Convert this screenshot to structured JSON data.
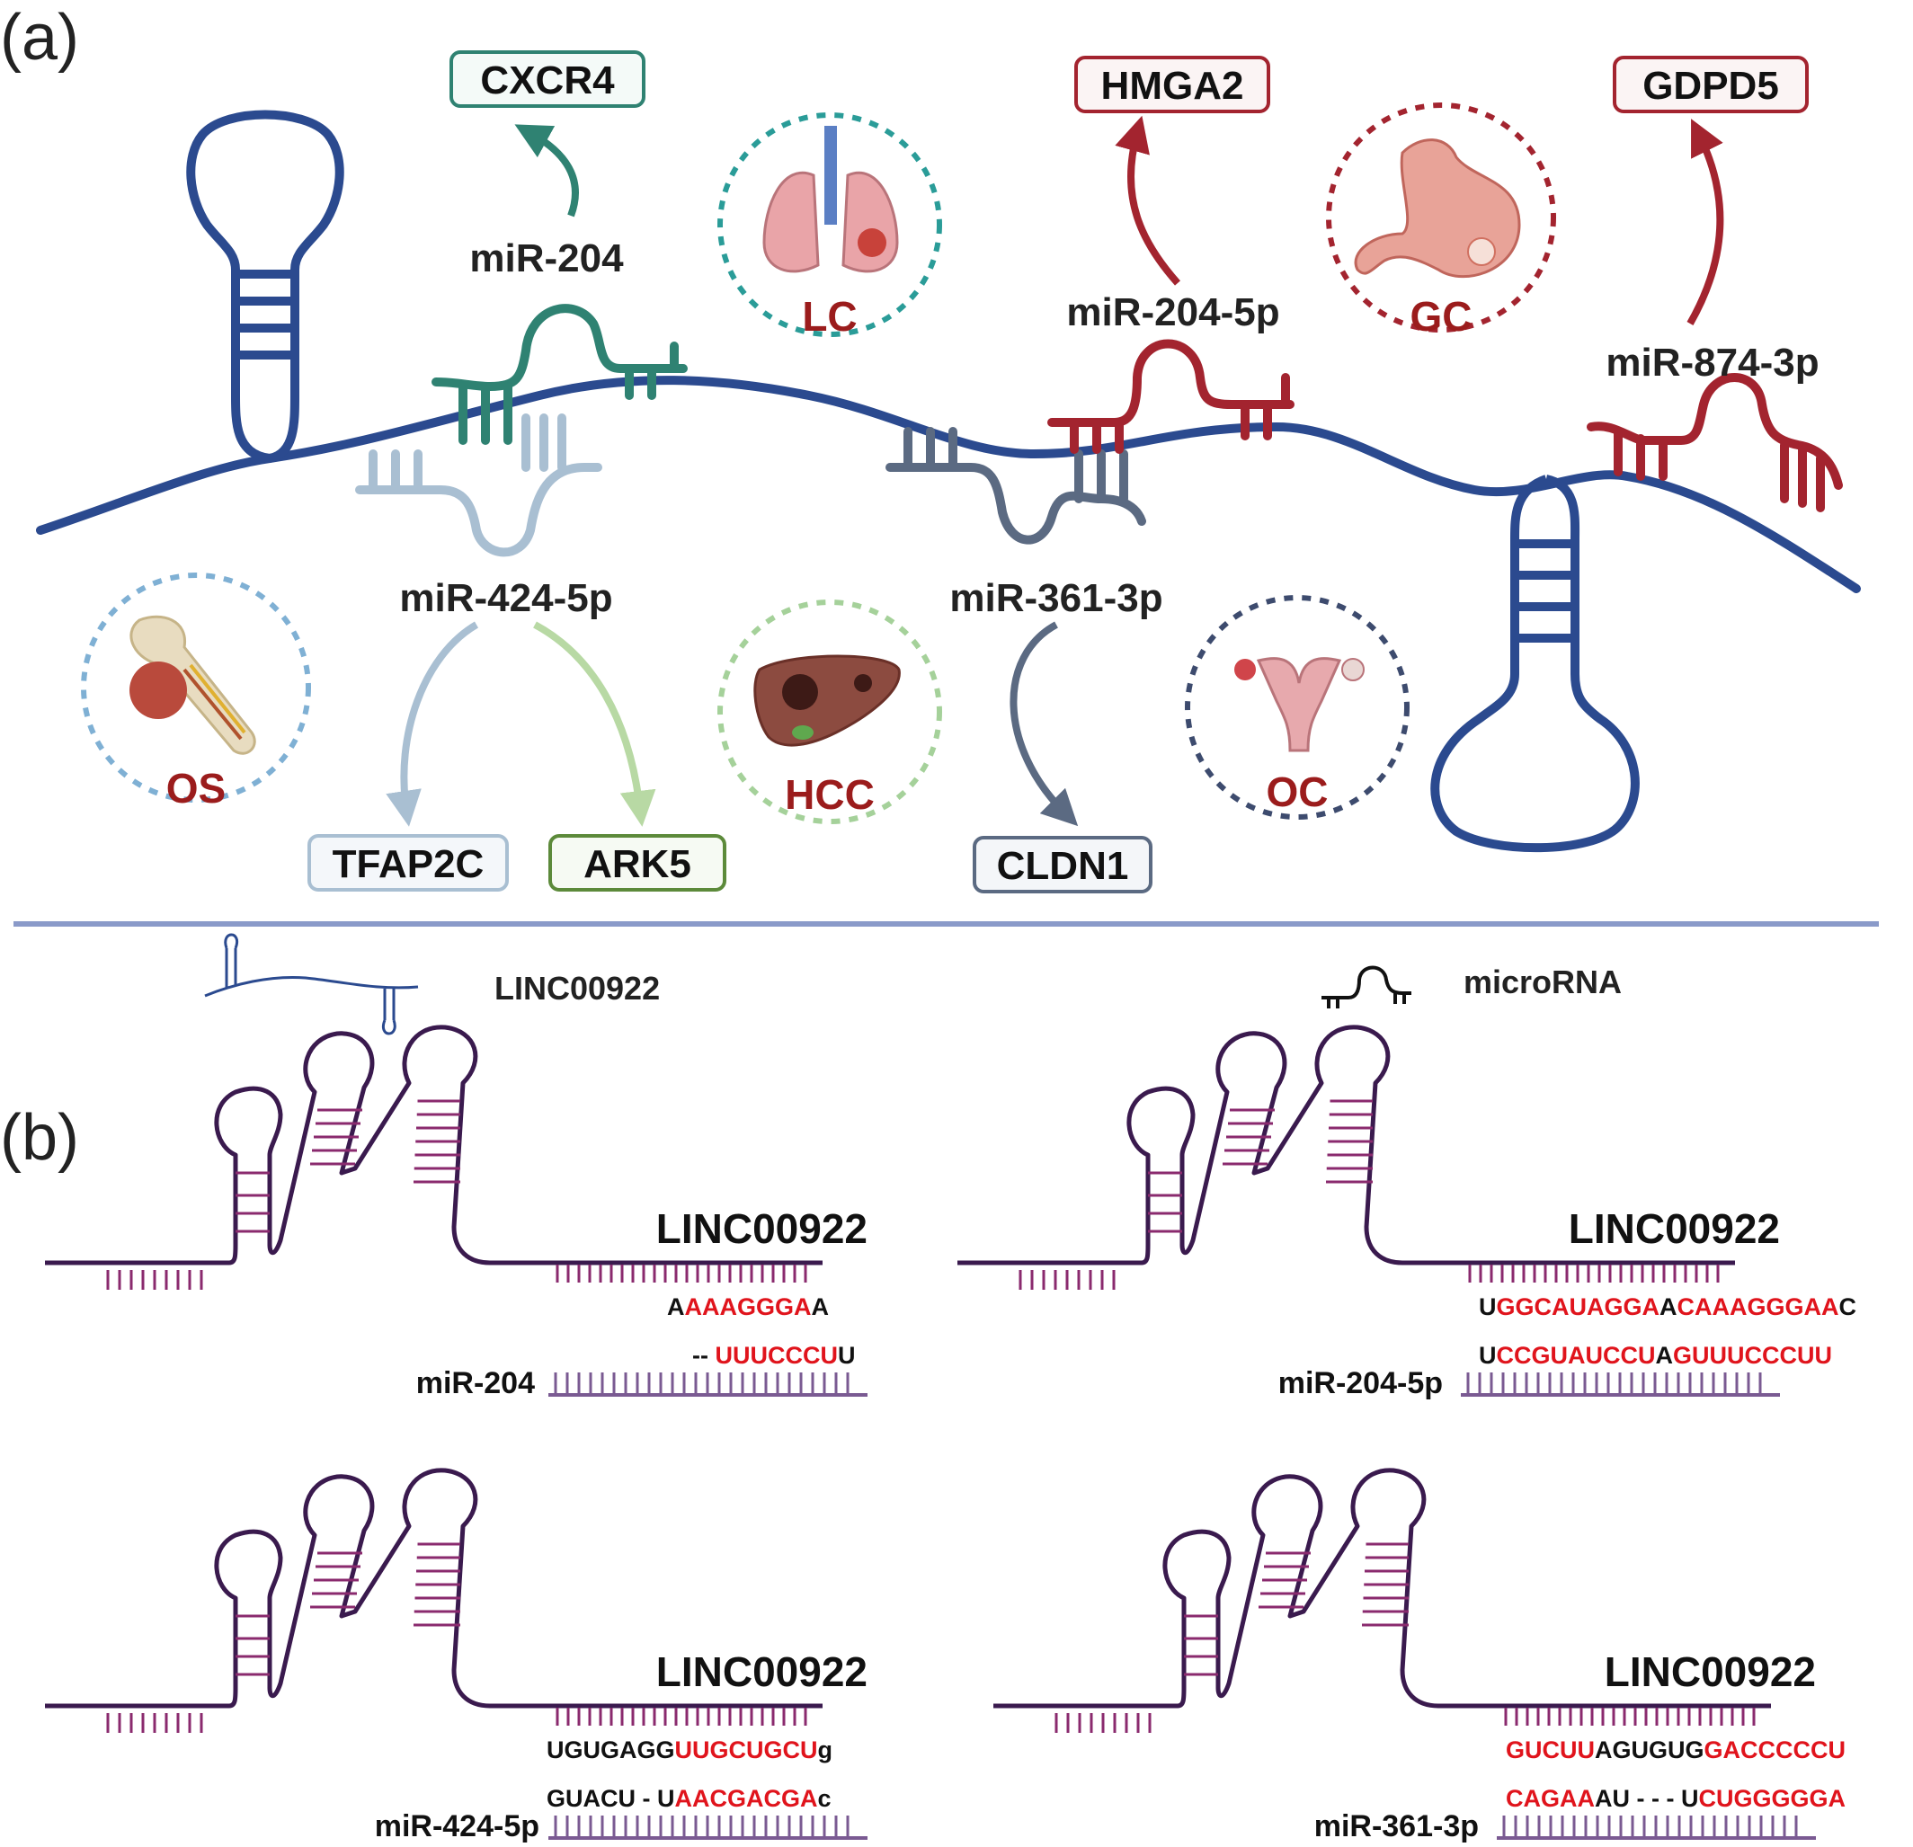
{
  "panel_a": {
    "label": "(a)",
    "mirnas": {
      "m204": "miR-204",
      "m424": "miR-424-5p",
      "m204_5p": "miR-204-5p",
      "m361": "miR-361-3p",
      "m874": "miR-874-3p"
    },
    "genes": {
      "cxcr4": "CXCR4",
      "hmga2": "HMGA2",
      "gdpd5": "GDPD5",
      "tfap2c": "TFAP2C",
      "ark5": "ARK5",
      "cldn1": "CLDN1"
    },
    "diseases": {
      "lc": "LC",
      "gc": "GC",
      "os": "OS",
      "hcc": "HCC",
      "oc": "OC"
    },
    "colors": {
      "lnc": "#2b4a8f",
      "teal": "#2f8272",
      "red": "#a3242f",
      "lightblue": "#a9bfd2",
      "lightgreen": "#b8d9a4",
      "slate": "#5b6a82",
      "disease_text": "#9b1c1c"
    }
  },
  "legend": {
    "lnc": "LINC00922",
    "mirna": "microRNA"
  },
  "panel_b": {
    "label": "(b)",
    "linc_title": "LINC00922",
    "p1": {
      "mir": "miR-204",
      "top": [
        [
          "A",
          "k"
        ],
        [
          "AAAGGGA",
          "r"
        ],
        [
          "A",
          "k"
        ]
      ],
      "bot": [
        [
          "-- ",
          "k"
        ],
        [
          "UUUCCCU",
          "r"
        ],
        [
          "U",
          "k"
        ]
      ]
    },
    "p2": {
      "mir": "miR-204-5p",
      "top": [
        [
          "U",
          "k"
        ],
        [
          "GGCAUAGGA",
          "r"
        ],
        [
          "A",
          "k"
        ],
        [
          "CAAAGGGAA",
          "r"
        ],
        [
          "C",
          "k"
        ]
      ],
      "bot": [
        [
          "U",
          "k"
        ],
        [
          "CCGUAUCCU",
          "r"
        ],
        [
          "A",
          "k"
        ],
        [
          "GUUUCCCUU",
          "r"
        ]
      ]
    },
    "p3": {
      "mir": "miR-424-5p",
      "top": [
        [
          "UGUGAGG",
          "k"
        ],
        [
          "UUGCUGCU",
          "r"
        ],
        [
          "g",
          "k"
        ]
      ],
      "bot": [
        [
          "GUACU - U",
          "k"
        ],
        [
          "AACGACGA",
          "r"
        ],
        [
          "c",
          "k"
        ]
      ]
    },
    "p4": {
      "mir": "miR-361-3p",
      "top": [
        [
          "GUCUU",
          "r"
        ],
        [
          "AGUGUG",
          "k"
        ],
        [
          "GACCCCCU",
          "r"
        ]
      ],
      "bot": [
        [
          "CAGAA",
          "r"
        ],
        [
          "AU - - - U",
          "k"
        ],
        [
          "CUGGGGGA",
          "r"
        ]
      ]
    }
  }
}
